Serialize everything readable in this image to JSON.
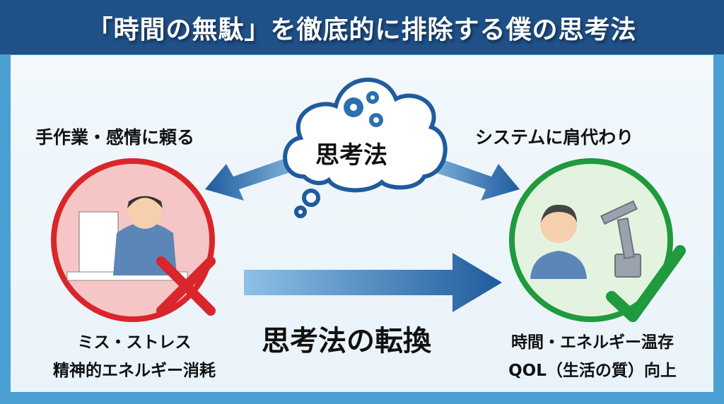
{
  "title": "「時間の無駄」を徹底的に排除する僕の思考法",
  "center": {
    "cloud_label": "思考法",
    "icon": "gears-icon"
  },
  "left": {
    "heading": "手作業・感情に頼る",
    "caption_line1": "ミス・ストレス",
    "caption_line2": "精神的エネルギー消耗",
    "color": "#d9262b",
    "icon": "cross-icon"
  },
  "right": {
    "heading": "システムに肩代わり",
    "caption_line1": "時間・エネルギー温存",
    "caption_line2": "QOL（生活の質）向上",
    "color": "#1f9a3c",
    "icon": "checkmark-icon"
  },
  "transition_label": "思考法の転換"
}
